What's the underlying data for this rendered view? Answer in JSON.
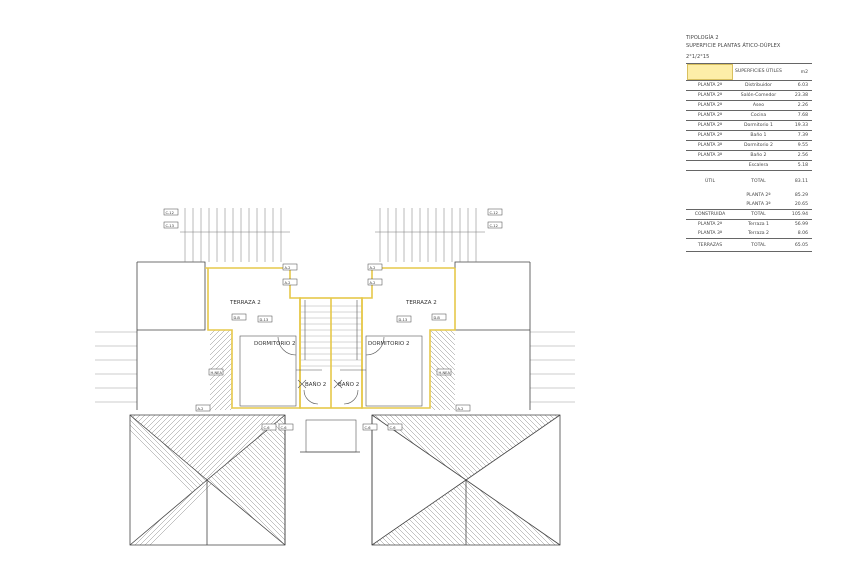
{
  "header": {
    "tipologia": "TIPOLOGÍA 2",
    "superficie": "SUPERFICIE PLANTAS ÁTICO-DÚPLEX",
    "code": "2°1/2°15"
  },
  "table": {
    "head": [
      "SUPERFICIES ÚTILES",
      "m2"
    ],
    "rows": [
      [
        "PLANTA 2ª",
        "Distribuidor",
        "6.03"
      ],
      [
        "PLANTA 2ª",
        "Salón-Comedor",
        "23.38"
      ],
      [
        "PLANTA 2ª",
        "Aseo",
        "2.26"
      ],
      [
        "PLANTA 2ª",
        "Cocina",
        "7.68"
      ],
      [
        "PLANTA 2ª",
        "Dormitorio 1",
        "19.33"
      ],
      [
        "PLANTA 2ª",
        "Baño 1",
        "7.39"
      ],
      [
        "PLANTA 3ª",
        "Dormitorio 2",
        "9.55"
      ],
      [
        "PLANTA 3ª",
        "Baño 2",
        "2.56"
      ],
      [
        "",
        "Escalera",
        "5.18"
      ]
    ],
    "util": [
      "ÚTIL",
      "TOTAL",
      "83.11"
    ],
    "plantas": [
      [
        "",
        "PLANTA 2ª",
        "85.29"
      ],
      [
        "",
        "PLANTA 3ª",
        "20.65"
      ]
    ],
    "construida": [
      "CONSTRUIDA",
      "TOTAL",
      "105.94"
    ],
    "terrazas_rows": [
      [
        "PLANTA 2ª",
        "Terraza 1",
        "56.99"
      ],
      [
        "PLANTA 3ª",
        "Terraza 2",
        "8.06"
      ]
    ],
    "terrazas": [
      "TERRAZAS",
      "TOTAL",
      "65.05"
    ]
  },
  "plan": {
    "rooms": {
      "terraza_left": "TERRAZA 2",
      "terraza_right": "TERRAZA 2",
      "dormitorio_left": "DORMITORIO 2",
      "dormitorio_right": "DORMITORIO 2",
      "bano_left": "BAÑO 2",
      "bano_right": "BAÑO 2"
    },
    "tags": {
      "t1": "C-12",
      "t2": "C-13",
      "t3": "A-2",
      "t4": "A-2",
      "t5": "D-13",
      "t6": "C-6",
      "t7": "C-6",
      "t8": "D-13",
      "t9": "A-2",
      "t10": "A-2",
      "t11": "C-12",
      "t12": "C-12",
      "t13": "H-NEA",
      "t14": "A-2",
      "t15": "A-2",
      "t16": "H-NEA",
      "t17": "C-6",
      "t18": "C-6",
      "t19": "D-B",
      "t20": "D-B"
    }
  }
}
